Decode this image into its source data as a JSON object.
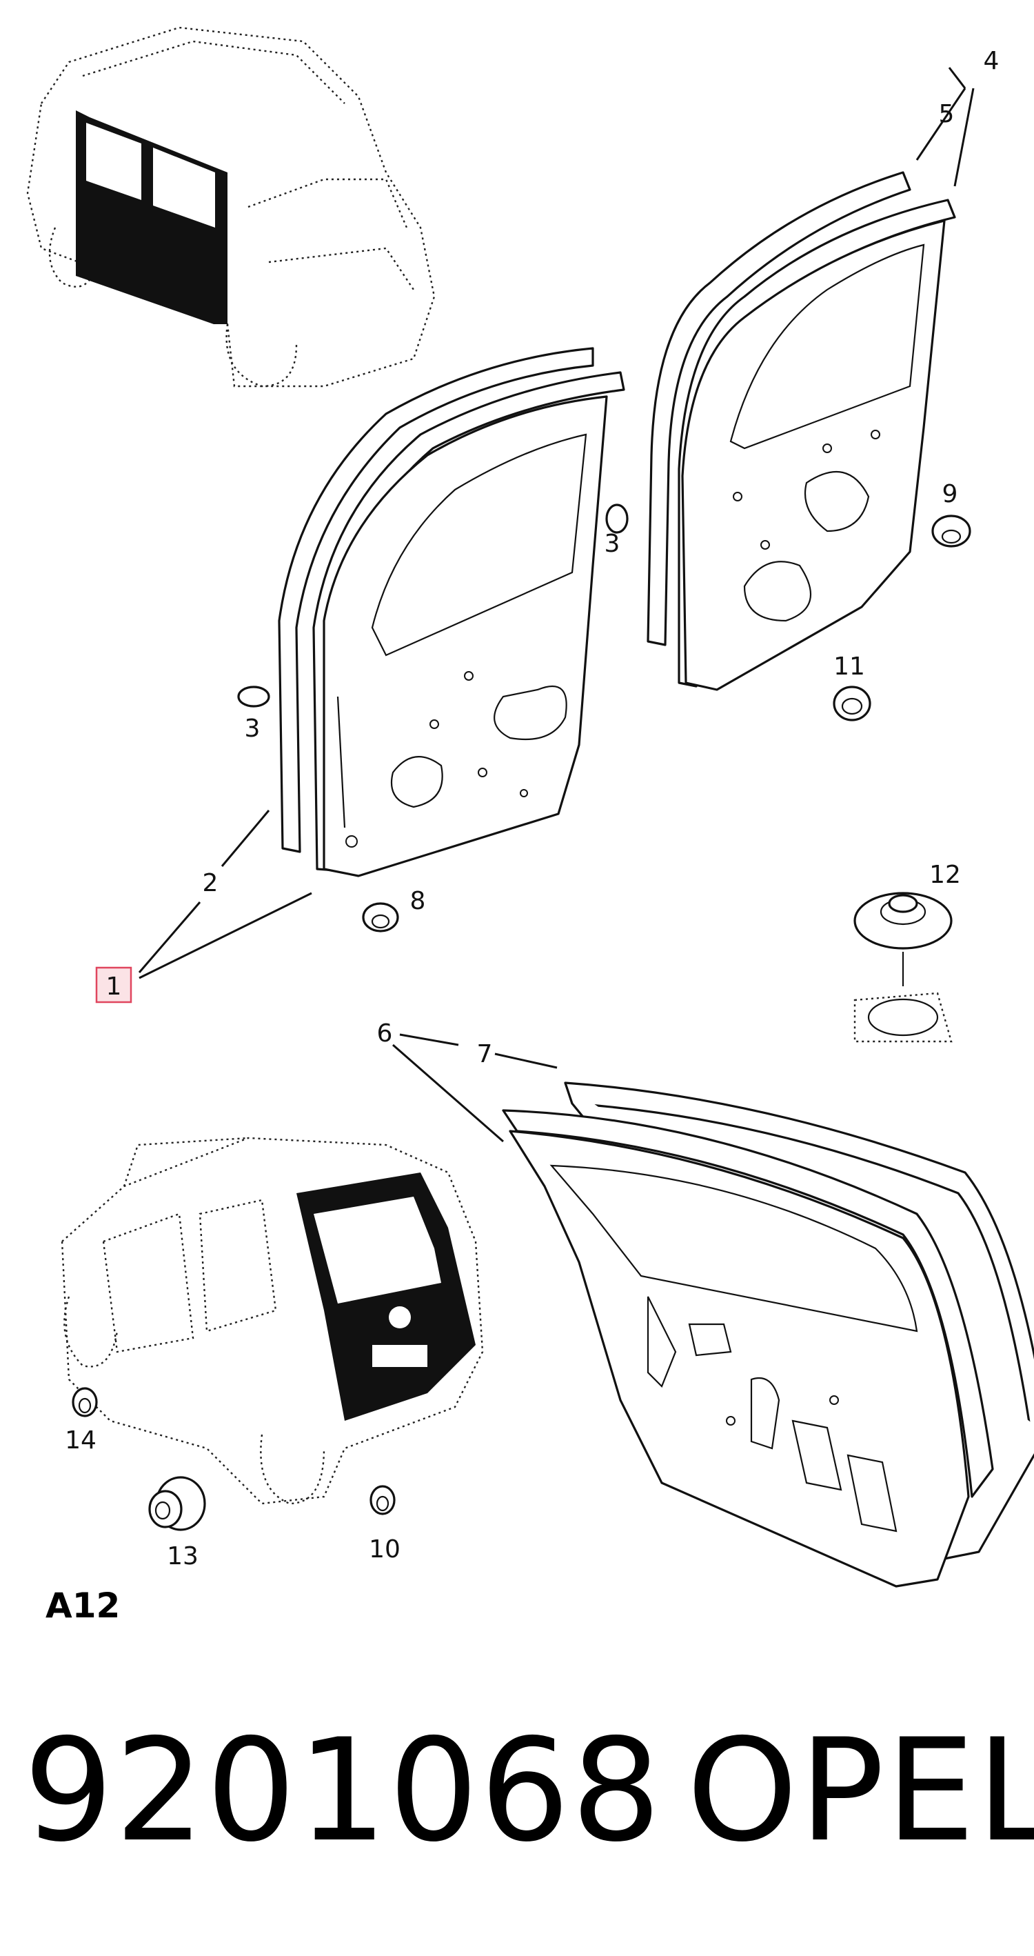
{
  "diagram": {
    "section_code": "A12",
    "callouts": {
      "c1": "1",
      "c2": "2",
      "c3a": "3",
      "c3b": "3",
      "c4": "4",
      "c5": "5",
      "c6": "6",
      "c7": "7",
      "c8": "8",
      "c9": "9",
      "c10": "10",
      "c11": "11",
      "c12": "12",
      "c13": "13",
      "c14": "14"
    },
    "highlight_color": "#e0455e",
    "highlight_fill": "#fbe3e6"
  },
  "footer": {
    "part_number": "9201068",
    "brand": "OPEL"
  }
}
